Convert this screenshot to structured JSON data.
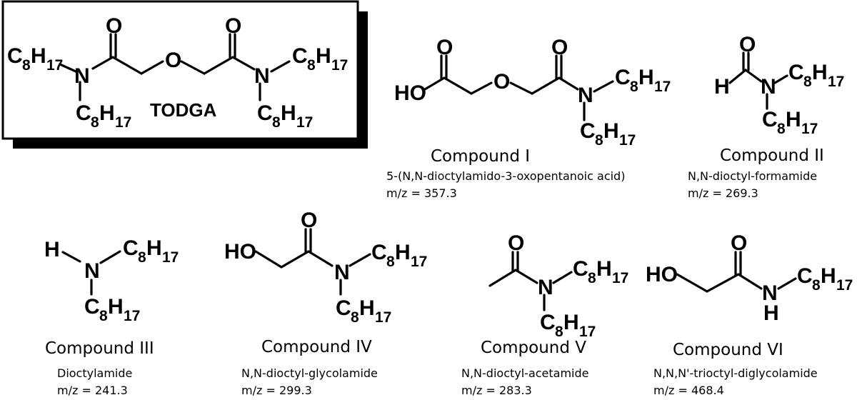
{
  "atoms": {
    "O": "O",
    "N": "N",
    "H": "H",
    "HO": "HO",
    "C": "C",
    "c8": "8",
    "h17": "17"
  },
  "todga": {
    "label": "TODGA"
  },
  "compounds": [
    {
      "name": "Compound I",
      "iupac": "5-(N,N-dioctylamido-3-oxopentanoic acid)",
      "mz": "m/z = 357.3"
    },
    {
      "name": "Compound II",
      "iupac": "N,N-dioctyl-formamide",
      "mz": "m/z = 269.3"
    },
    {
      "name": "Compound III",
      "iupac": "Dioctylamide",
      "mz": "m/z = 241.3"
    },
    {
      "name": "Compound IV",
      "iupac": "N,N-dioctyl-glycolamide",
      "mz": "m/z = 299.3"
    },
    {
      "name": "Compound V",
      "iupac": "N,N-dioctyl-acetamide",
      "mz": "m/z = 283.3"
    },
    {
      "name": "Compound VI",
      "iupac": "N,N,N'-trioctyl-diglycolamide",
      "mz": "m/z = 468.4"
    }
  ]
}
